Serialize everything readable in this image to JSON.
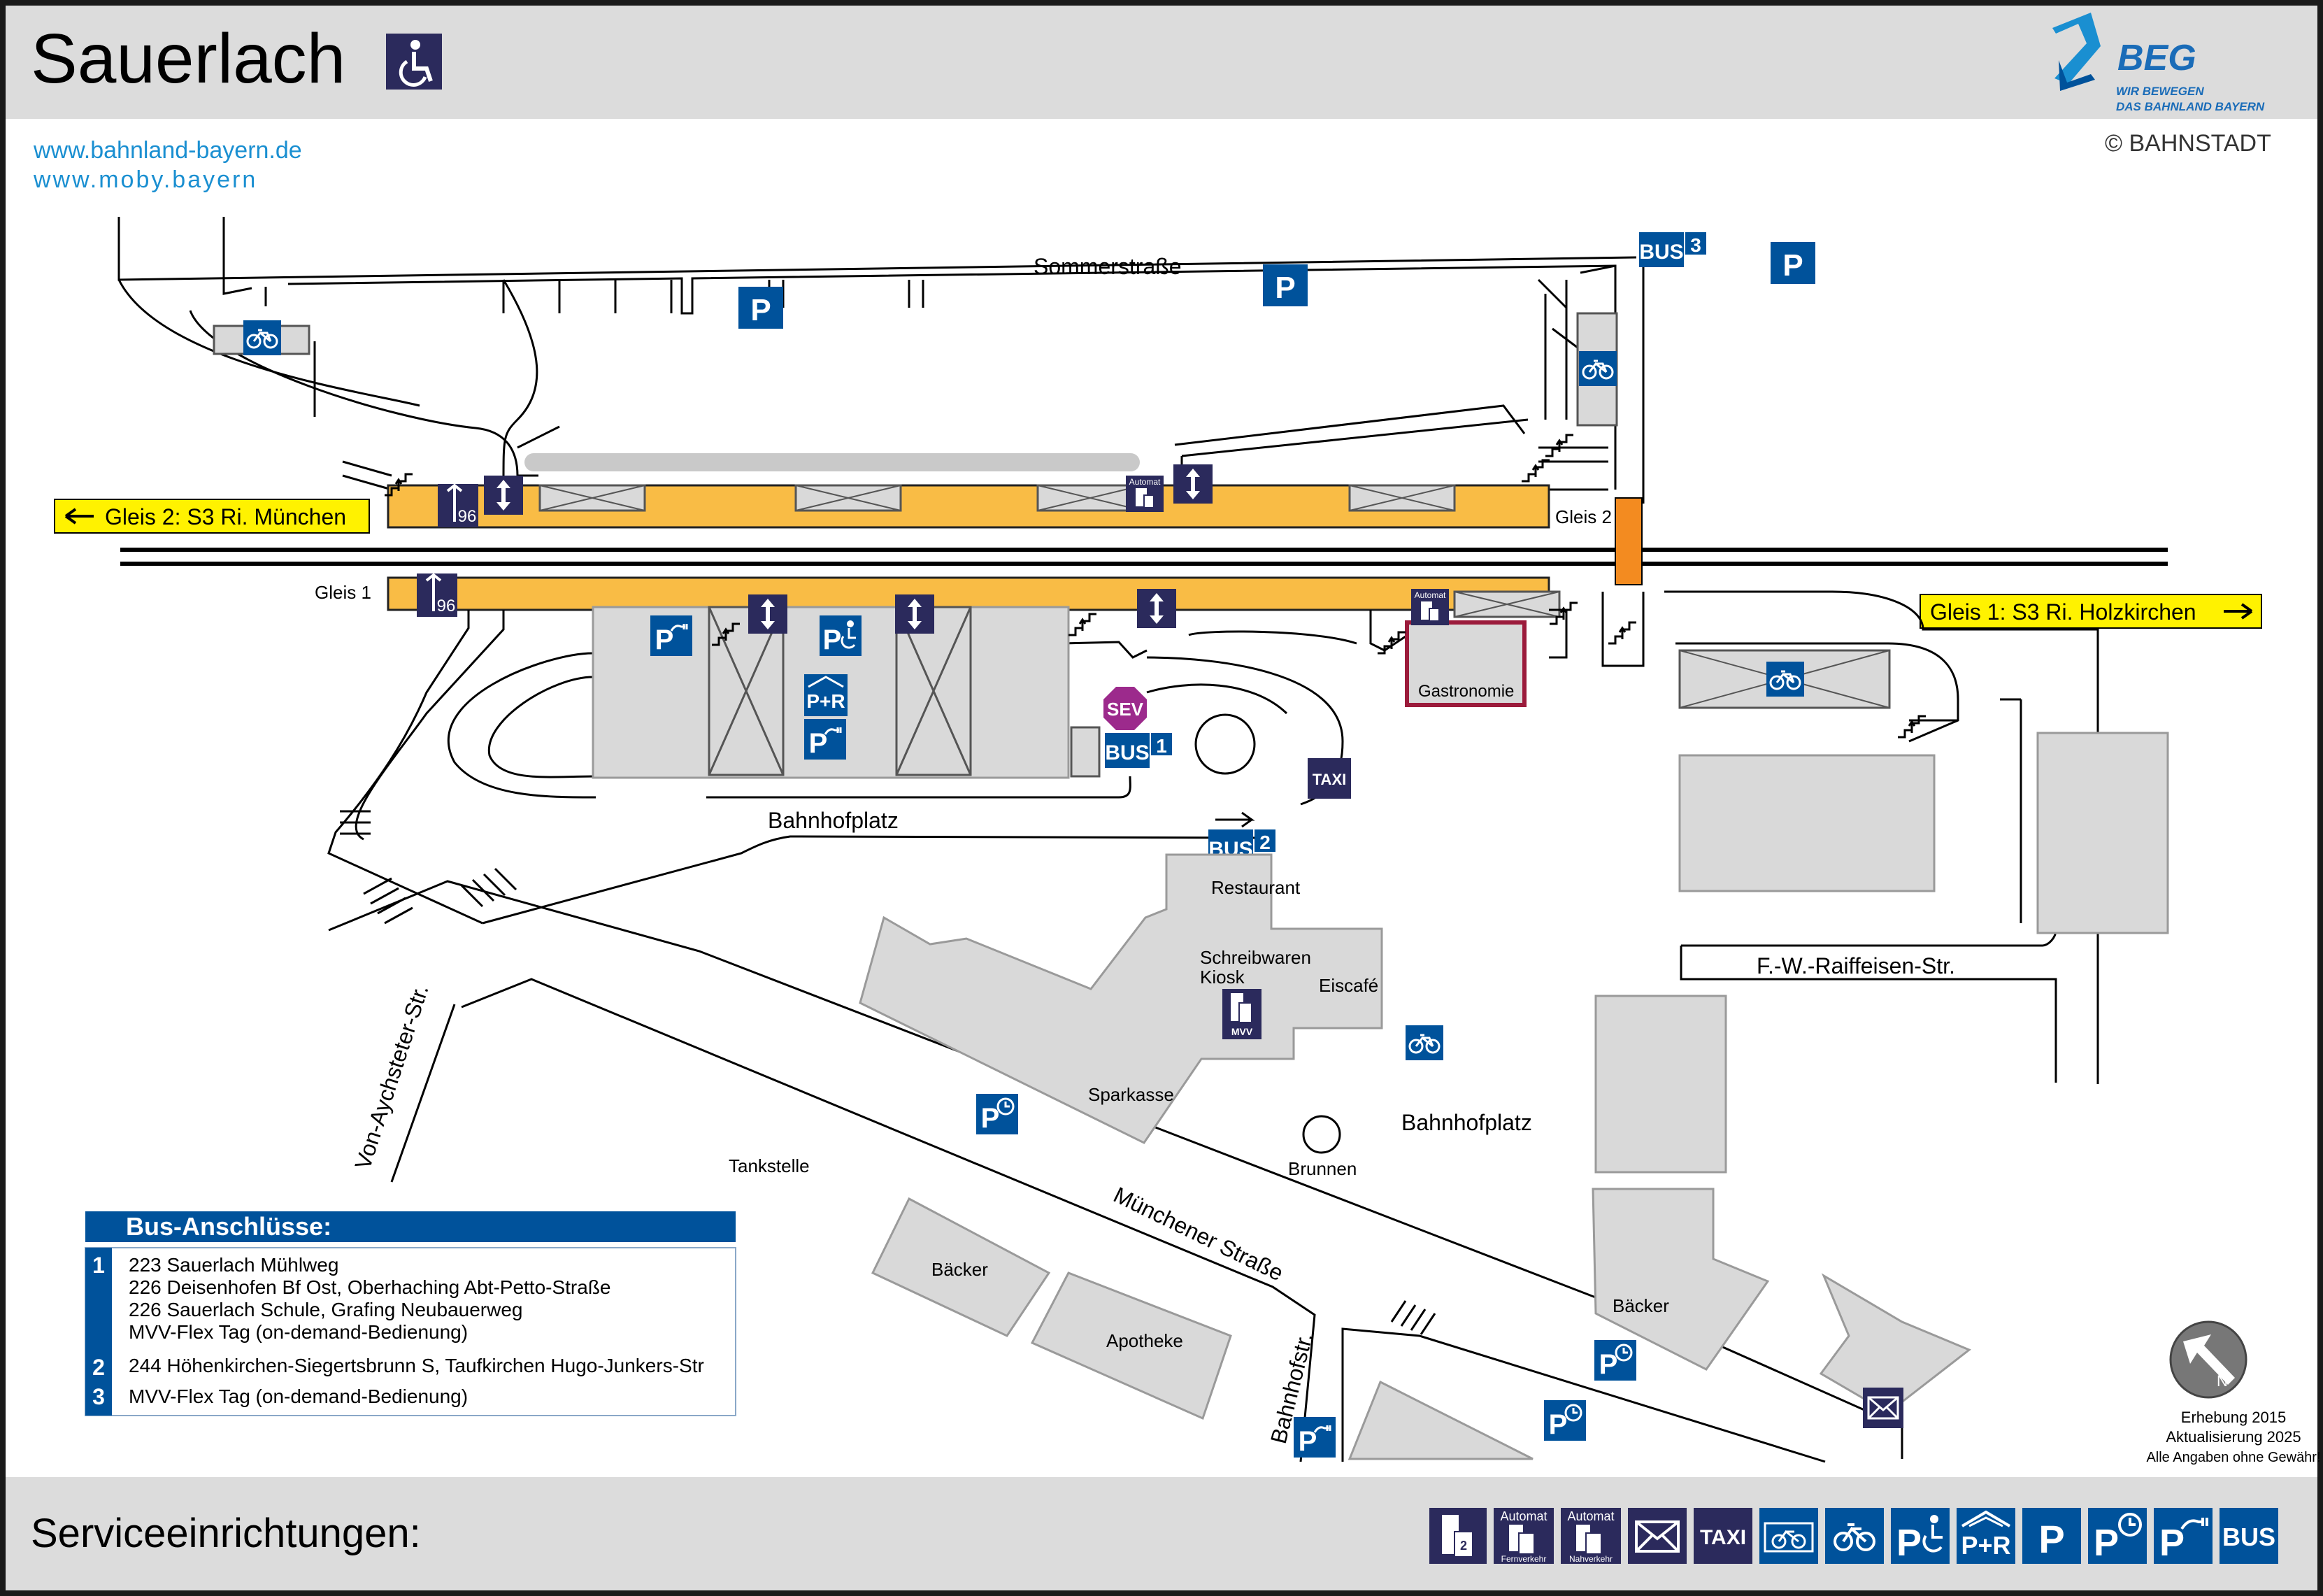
{
  "header": {
    "title": "Sauerlach",
    "links": [
      "www.bahnland-bayern.de",
      "www.moby.bayern"
    ],
    "brand": {
      "name": "BEG",
      "slogan_line1": "WIR BEWEGEN",
      "slogan_line2": "DAS BAHNLAND BAYERN"
    },
    "copyright": "© BAHNSTADT"
  },
  "streets": {
    "sommerstrasse": "Sommerstraße",
    "bahnhofplatz_north": "Bahnhofplatz",
    "bahnhofplatz_south": "Bahnhofplatz",
    "raiffeisen": "F.-W.-Raiffeisen-Str.",
    "aychsteter": "Von-Aychsteter-Str.",
    "muenchener": "Münchener Straße",
    "bahnhofstr": "Bahnhofstr."
  },
  "tracks": {
    "gleis2_label": "Gleis 2",
    "gleis1_label": "Gleis 1",
    "gleis2_direction": "Gleis 2: S3 Ri. München",
    "gleis1_direction": "Gleis 1: S3 Ri. Holzkirchen"
  },
  "places": {
    "gastronomie": "Gastronomie",
    "restaurant": "Restaurant",
    "schreibwaren": "Schreibwaren",
    "kiosk": "Kiosk",
    "eiscafe": "Eiscafé",
    "sparkasse": "Sparkasse",
    "brunnen": "Brunnen",
    "tankstelle": "Tankstelle",
    "baecker1": "Bäcker",
    "baecker2": "Bäcker",
    "apotheke": "Apotheke"
  },
  "icons": {
    "parking": "P",
    "bus": "BUS",
    "taxi": "TAXI",
    "sev": "SEV",
    "automat": "Automat",
    "mvv": "MVV",
    "pr": "P+R",
    "lift_line": "96",
    "bus_stop_numbers": [
      "1",
      "2",
      "3"
    ]
  },
  "bus_connections": {
    "title": "Bus-Anschlüsse:",
    "rows": [
      {
        "num": "1",
        "lines": [
          "223 Sauerlach Mühlweg",
          "226 Deisenhofen Bf Ost, Oberhaching Abt-Petto-Straße",
          "226 Sauerlach Schule, Grafing Neubauerweg",
          "MVV-Flex Tag (on-demand-Bedienung)"
        ]
      },
      {
        "num": "2",
        "lines": [
          "244 Höhenkirchen-Siegertsbrunn S, Taufkirchen Hugo-Junkers-Str"
        ]
      },
      {
        "num": "3",
        "lines": [
          "MVV-Flex Tag (on-demand-Bedienung)"
        ]
      }
    ]
  },
  "survey": {
    "line1": "Erhebung 2015",
    "line2": "Aktualisierung 2025",
    "line3": "Alle Angaben ohne Gewähr!"
  },
  "footer": {
    "title": "Serviceeinrichtungen:",
    "legend": [
      {
        "icon": "ticket-machine-icon",
        "sub": ""
      },
      {
        "icon": "ticket-machine-automat-icon",
        "label": "Automat",
        "sub": "Fernverkehr"
      },
      {
        "icon": "ticket-machine-automat-icon",
        "label": "Automat",
        "sub": "Nahverkehr"
      },
      {
        "icon": "mailbox-icon"
      },
      {
        "icon": "taxi-icon",
        "label": "TAXI"
      },
      {
        "icon": "bike-box-icon"
      },
      {
        "icon": "bike-icon"
      },
      {
        "icon": "disabled-parking-icon",
        "label": "P"
      },
      {
        "icon": "park-and-ride-icon",
        "label": "P+R"
      },
      {
        "icon": "parking-icon",
        "label": "P"
      },
      {
        "icon": "short-term-parking-icon",
        "label": "P"
      },
      {
        "icon": "ev-charging-parking-icon",
        "label": "P"
      },
      {
        "icon": "bus-icon",
        "label": "BUS"
      }
    ]
  },
  "colors": {
    "platform": "#f9bc45",
    "blue_icon": "#00529b",
    "navy_icon": "#2b2a5c",
    "banner": "#fff200",
    "sev": "#9c2a8c",
    "gastronomie_border": "#9b1b3b",
    "crossing": "#f38b20",
    "link": "#1a8fd1"
  }
}
